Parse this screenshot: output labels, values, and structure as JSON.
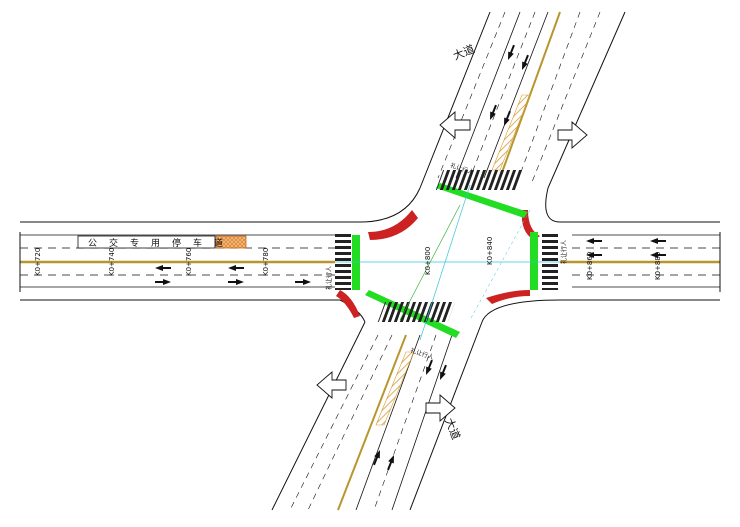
{
  "colors": {
    "background": "#ffffff",
    "line": "#111111",
    "centerline": "#b8962e",
    "stop_zone": "#22dd22",
    "corner_island": "#cc2222",
    "hatch": "#d99a33",
    "cyan": "#33c6d6"
  },
  "labels": {
    "bus_lane": "公交专用停车道",
    "road_north": "大道",
    "road_south": "大道",
    "yield_north": "礼让行人",
    "yield_south": "礼让行人",
    "yield_west": "礼让行人",
    "yield_east": "礼让行人"
  },
  "stations": [
    "K0+720",
    "K0+740",
    "K0+760",
    "K0+780",
    "K0+800",
    "K0+840",
    "K0+860",
    "K0+880"
  ],
  "icons": [
    "direction-arrow-icon",
    "crosswalk-icon",
    "hatched-island-icon"
  ]
}
